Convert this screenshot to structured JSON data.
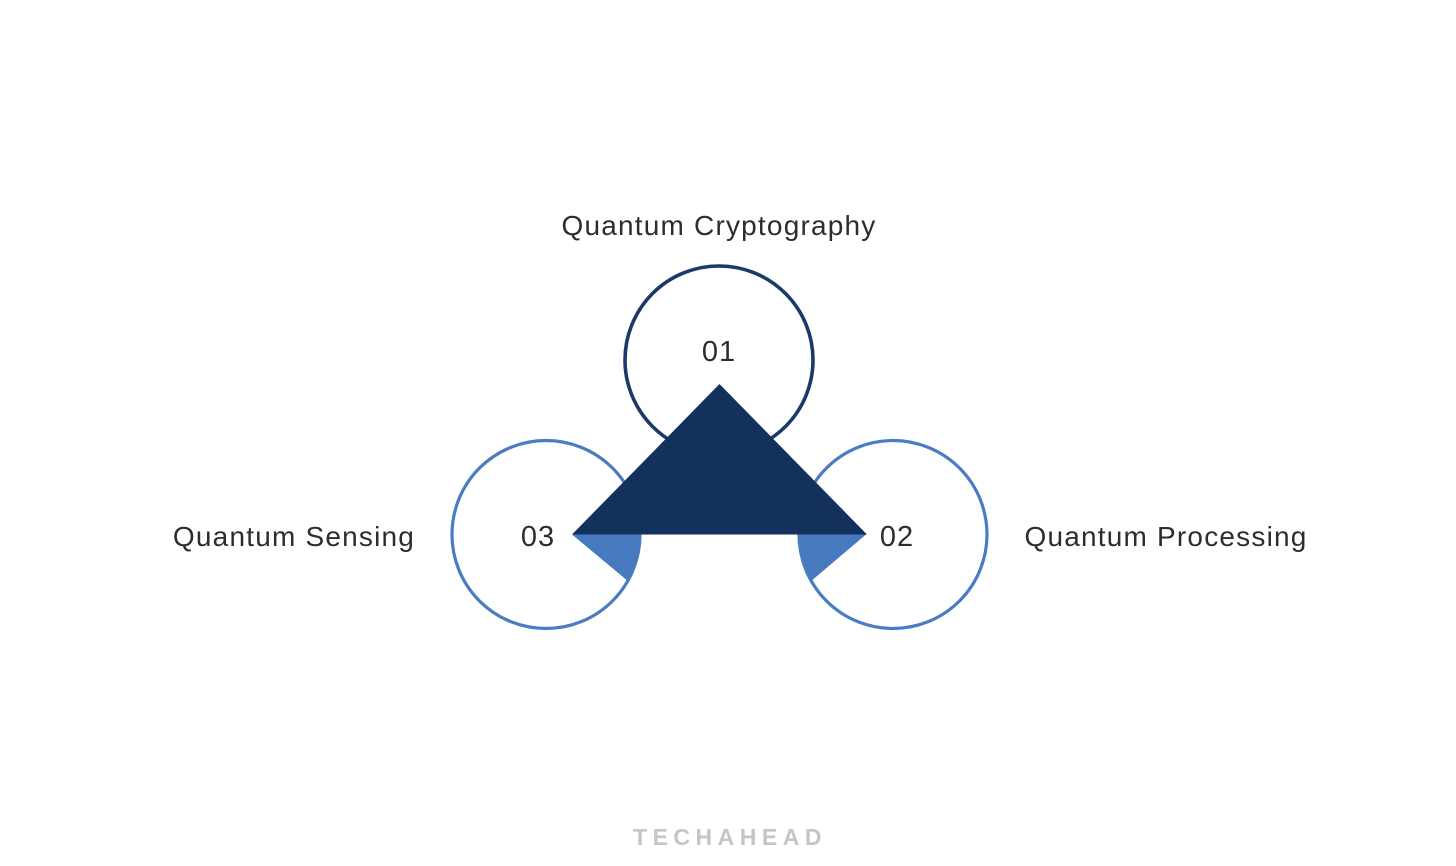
{
  "diagram": {
    "top_node": {
      "number": "01",
      "label": "Quantum Cryptography"
    },
    "right_node": {
      "number": "02",
      "label": "Quantum Processing"
    },
    "left_node": {
      "number": "03",
      "label": "Quantum Sensing"
    },
    "colors": {
      "dark_navy": "#14315E",
      "navy_stroke": "#1B3A69",
      "blue_stroke": "#4A7CC2",
      "wedge_blue": "#4779BE",
      "label_text": "#2D2D2D",
      "watermark_gray": "#C5C5C5"
    }
  },
  "watermark": {
    "text": "TECHAHEAD"
  }
}
